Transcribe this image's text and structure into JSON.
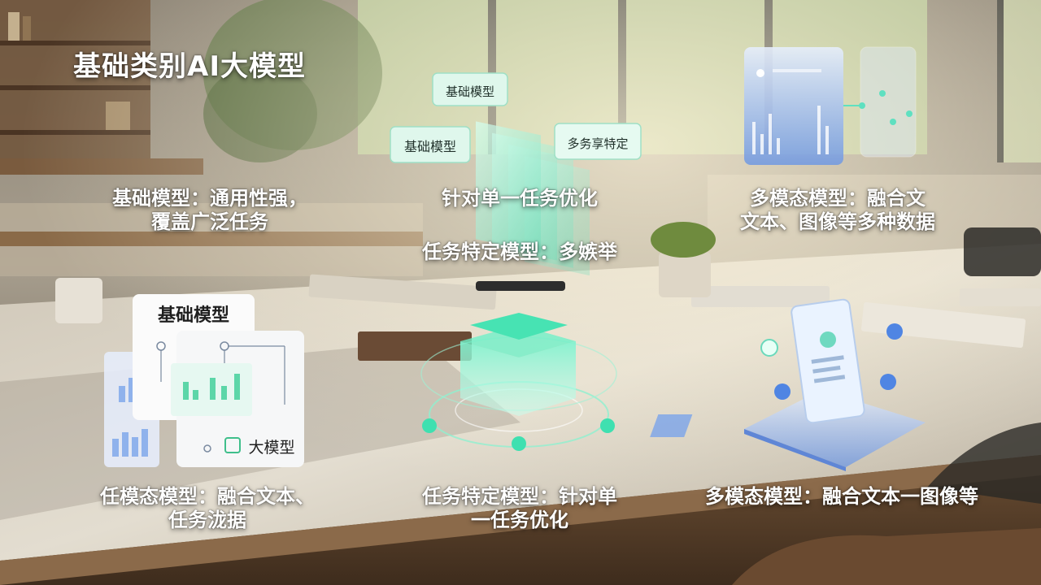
{
  "title": "基础类别AI大模型",
  "top_captions": {
    "left": [
      "基础模型：通用性强，",
      "覆盖广泛任务"
    ],
    "center_line1": "针对单一任务优化",
    "center_line2": "任务特定模型：多嫉举",
    "right": [
      "多模态模型：融合文",
      "文本、图像等多种数据"
    ]
  },
  "bottom_captions": {
    "left": [
      "任模态模型：融合文本、",
      "任务泷据"
    ],
    "center": [
      "任务特定模型：针对单",
      "一任务优化"
    ],
    "right": [
      "多模态模型：融合文本一图像等"
    ]
  },
  "graphics": {
    "layers_tag_a": "基础模型",
    "layers_tag_b": "基础模型",
    "layers_tag_c": "多务享特定",
    "card_title": "基础模型",
    "card_badge": "大模型"
  },
  "colors": {
    "accent_mint": "#4fe3b8",
    "panel_blue": "#7aa4ea",
    "text": "#ffffff"
  }
}
